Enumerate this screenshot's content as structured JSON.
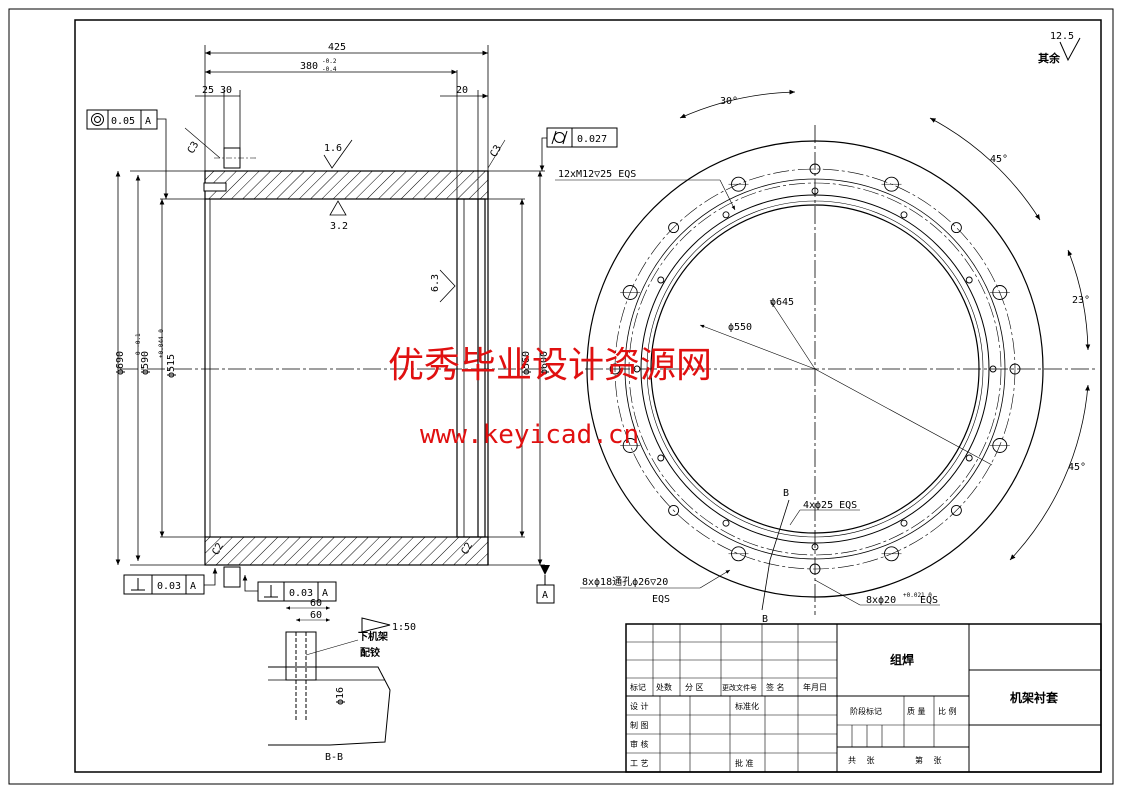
{
  "watermark": {
    "title": "优秀毕业设计资源网",
    "url": "www.keyicad.cn"
  },
  "roughness": {
    "general_value": "12.5",
    "general_label": "其余",
    "r1": "1.6",
    "r2": "3.2",
    "r3": "6.3"
  },
  "dims": {
    "overall_len": "425",
    "len_380": "380",
    "tol_380_up": "-0.2",
    "tol_380_low": "-0.4",
    "d25": "25",
    "d30": "30",
    "d20": "20",
    "chamfer1": "C3",
    "chamfer2": "C3",
    "chamfer3": "C2",
    "chamfer4": "C2",
    "phi690": "ϕ690",
    "phi590": "ϕ590",
    "phi590_tol": "0 -0.1",
    "phi515": "ϕ515",
    "phi515_tol": "+0.044 0",
    "phi560": "ϕ560",
    "phi600": "ϕ600"
  },
  "gdt": {
    "f1": {
      "symbol": "concentricity-icon",
      "value": "0.05",
      "datum": "A"
    },
    "f2": {
      "symbol": "cylindricity-icon",
      "value": "0.027"
    },
    "f3": {
      "symbol": "perpendicularity-icon",
      "value": "0.03",
      "datum": "A"
    },
    "f4": {
      "symbol": "perpendicularity-icon",
      "value": "0.03",
      "datum": "A"
    },
    "datum_a": "A"
  },
  "circle_view": {
    "ang30": "30°",
    "ang45a": "45°",
    "ang23": "23°",
    "ang45b": "45°",
    "holes12": "12xM12▽25 EQS",
    "phi645": "ϕ645",
    "phi550": "ϕ550",
    "b_top": "B",
    "holes4": "4xϕ25 EQS",
    "holes8a": "8xϕ18通孔ϕ26▽20",
    "eqs": "EQS",
    "holes8b": "8xϕ20",
    "holes8b_tol": "+0.021 0",
    "holes8b_eqs": "EQS",
    "b_bottom": "B"
  },
  "detail": {
    "d60a": "60",
    "d60b": "60",
    "taper": "1:50",
    "label1": "下机架",
    "label2": "配铰",
    "phi16": "ϕ16",
    "section": "B-B"
  },
  "title_block": {
    "part_name": "组焊",
    "drawing_name": "机架衬套",
    "h_mark": "标记",
    "h_count": "处数",
    "h_zone": "分 区",
    "h_doc": "更改文件号",
    "h_sign": "签 名",
    "h_date": "年月日",
    "design": "设 计",
    "std": "标准化",
    "drawing": "制 图",
    "check": "审 核",
    "process": "工 艺",
    "approve": "批 准",
    "stage": "阶段标记",
    "weight": "质 量",
    "scale": "比 例",
    "total": "共　 张",
    "sheet": "第　 张"
  }
}
